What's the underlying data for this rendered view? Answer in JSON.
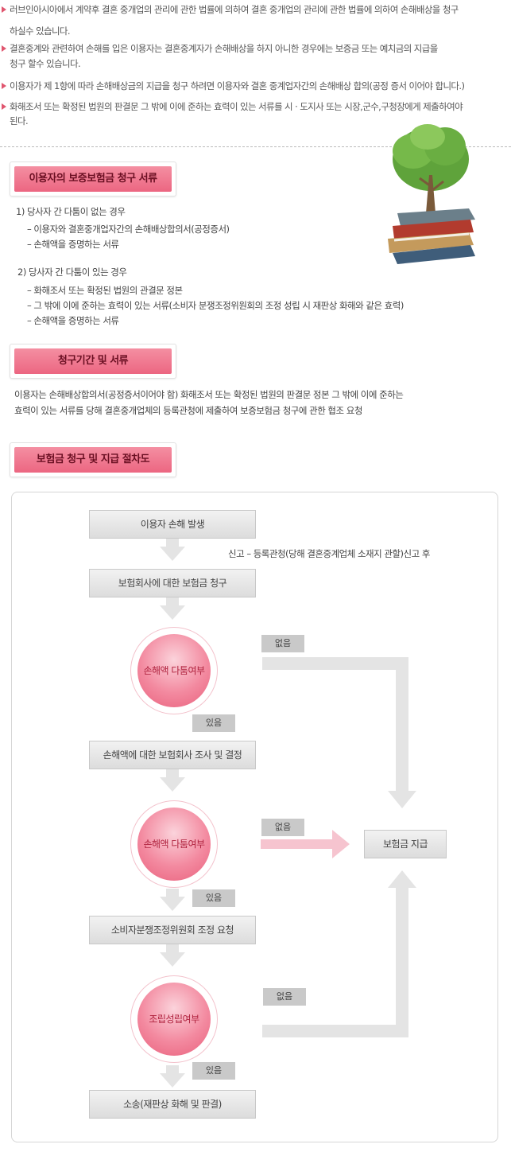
{
  "notes": [
    "러브인아시아에서 계약후 결혼 중개업의 관리에 관한 법률에 의하여 결혼 중개업의 관리에 관한 법률에 의하여 손해배상을 청구",
    "하실수 있습니다.",
    "결혼중계와 관련하여 손해를 입은 이용자는 결혼중계자가 손해배상을 하지 아니한 경우에는 보증금 또는 예치금의 지급을",
    "청구 할수 있습니다.",
    "이용자가 제 1항에 따라 손해배상금의 지급을 청구 하려면 이용자와 결혼 중계업자간의 손해배상 합의(공정 증서 이어야 합니다.)",
    "화해조서 또는 확정된 법원의 판결문 그 밖에 이에 준하는 효력이 있는 서류를 시 · 도지사 또는 시장,군수,구청장에게 제출하여야",
    "된다."
  ],
  "section1": {
    "title": "이용자의 보증보험금 청구 서류",
    "case1_title": "1) 당사자 간 다툼이 없는 경우",
    "case1_items": [
      "– 이용자와 결혼중개업자간의 손해배상합의서(공정증서)",
      "– 손해액을 증명하는 서류"
    ],
    "case2_title": "2) 당사자 간 다툼이 있는 경우",
    "case2_items": [
      "– 화해조서 또는 확정된 법원의 관결문 정본",
      "– 그 밖에 이에 준하는 효력이 있는 서류(소비자 분쟁조정위원회의 조정 성립 시 재판상 화해와 같은 효력)",
      "– 손해액을 증명하는 서류"
    ]
  },
  "section2": {
    "title": "청구기간 및 서류",
    "body": [
      "이용자는 손해배상합의서(공정증서이어야 함) 화해조서 또는 확정된 법원의 판결문 정본 그 밖에 이에 준하는",
      "효력이 있는 서류를 당해 결혼중개업체의 등록관청에 제출하여 보증보험금 청구에 관한 협조 요청"
    ]
  },
  "section3": {
    "title": "보험금 청구 및 지급 절차도"
  },
  "flow": {
    "step1": "이용자 손해 발생",
    "step1_note": "신고 – 등록관청(당해 결혼중계업체 소재지 관할)신고 후",
    "step2": "보험회사에 대한 보험금 청구",
    "decision1": "손해액 다툼여부",
    "step3": "손해액에 대한 보험회사 조사 및 결정",
    "decision2": "손해액 다툼여부",
    "step4": "소비자분쟁조정위원회 조정 요청",
    "decision3": "조립성립여부",
    "step5": "소송(재판상 화해 및 판결)",
    "payout": "보험금 지급",
    "yes": "있음",
    "no": "없음"
  },
  "colors": {
    "accent": "#ec6681",
    "arrow": "#e6e6e6",
    "pink_arrow": "#f6c4cf"
  }
}
